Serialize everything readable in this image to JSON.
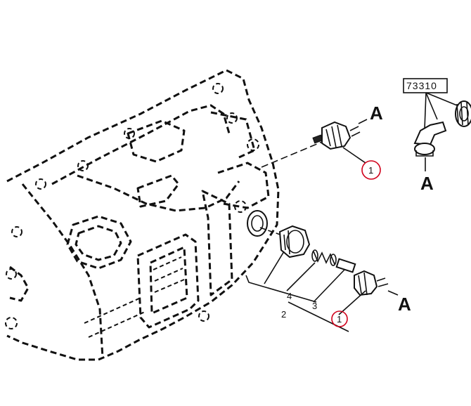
{
  "labels": {
    "arrow_a_top": "A",
    "arrow_a_bottom": "A",
    "arrow_a_right": "A",
    "ref_number": "73310",
    "callout_1_top": "1",
    "callout_1_bottom": "1",
    "callout_2": "2",
    "callout_3": "3",
    "callout_4": "4"
  },
  "colors": {
    "line": "#111111",
    "highlight_circle": "#d0001a",
    "background": "#ffffff"
  }
}
